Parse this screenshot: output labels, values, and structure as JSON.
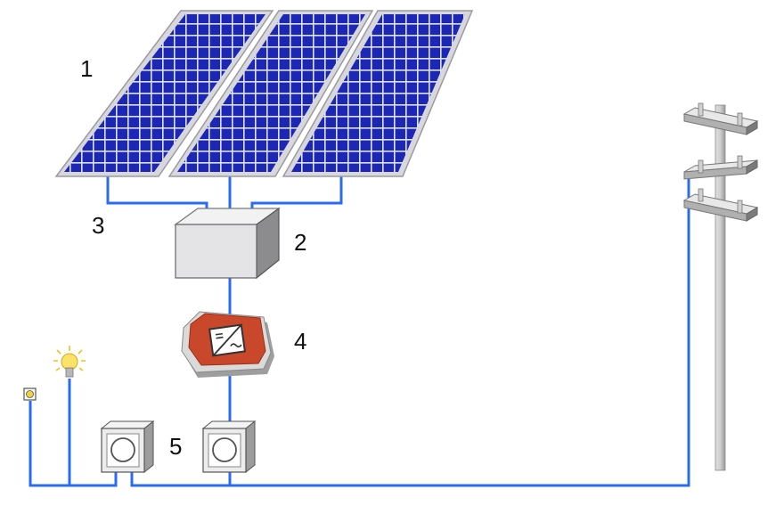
{
  "labels": {
    "solar_panels": "1",
    "junction_box": "2",
    "dc_wiring": "3",
    "inverter": "4",
    "meters": "5"
  },
  "colors": {
    "wire": "#2a6cf0",
    "panel_cell": "#1e28b8",
    "panel_frame": "#d8d8dc",
    "inverter_body": "#c8462a",
    "box_face": "#e6e6e8",
    "pole": "#bfbfbf"
  },
  "icons": [
    "solar-panel-icon",
    "junction-box-icon",
    "inverter-icon",
    "meter-icon",
    "lightbulb-icon",
    "power-outlet-icon",
    "utility-pole-icon"
  ]
}
